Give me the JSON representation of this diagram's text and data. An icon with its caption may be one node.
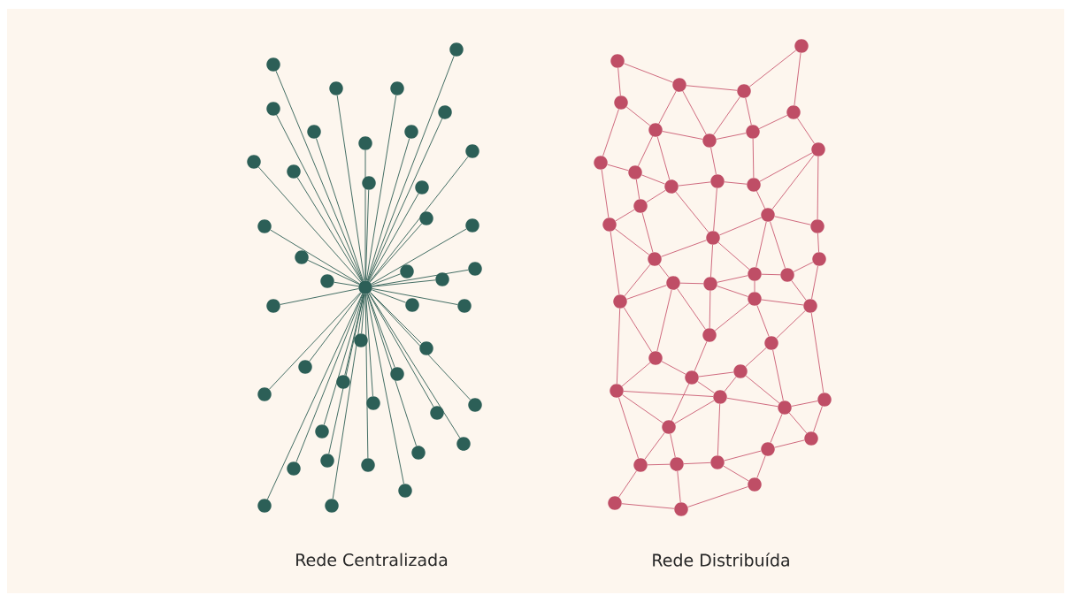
{
  "diagram": {
    "nodes": [
      {
        "text": [],
        "shape": "circle"
      },
      {
        "text": [],
        "shape": "circle"
      },
      {
        "text": [],
        "shape": "circle"
      },
      {
        "text": [],
        "shape": "circle"
      },
      {
        "text": [],
        "shape": "circle"
      },
      {
        "text": [],
        "shape": "circle"
      },
      {
        "text": [],
        "shape": "circle"
      },
      {
        "text": [],
        "shape": "circle"
      },
      {
        "text": [],
        "shape": "circle"
      },
      {
        "text": [],
        "shape": "circle"
      },
      {
        "text": [],
        "shape": "circle"
      },
      {
        "text": [],
        "shape": "circle"
      },
      {
        "text": [],
        "shape": "circle"
      },
      {
        "text": [],
        "shape": "circle"
      },
      {
        "text": [],
        "shape": "circle"
      },
      {
        "text": [],
        "shape": "circle"
      },
      {
        "text": [],
        "shape": "circle"
      },
      {
        "text": [],
        "shape": "circle"
      },
      {
        "text": [],
        "shape": "circle"
      },
      {
        "text": [],
        "shape": "circle"
      },
      {
        "text": [],
        "shape": "circle"
      },
      {
        "text": [],
        "shape": "circle"
      },
      {
        "text": [],
        "shape": "circle"
      },
      {
        "text": [],
        "shape": "circle"
      },
      {
        "text": [],
        "shape": "circle"
      },
      {
        "text": [],
        "shape": "circle"
      },
      {
        "text": [],
        "shape": "circle"
      },
      {
        "text": [],
        "shape": "circle"
      },
      {
        "text": [],
        "shape": "circle"
      },
      {
        "text": [],
        "shape": "circle"
      },
      {
        "text": [],
        "shape": "circle"
      },
      {
        "text": [],
        "shape": "circle"
      },
      {
        "text": [],
        "shape": "circle"
      },
      {
        "text": [],
        "shape": "circle"
      },
      {
        "text": [],
        "shape": "circle"
      },
      {
        "text": [],
        "shape": "circle"
      },
      {
        "text": [],
        "shape": "circle"
      },
      {
        "text": [],
        "shape": "circle"
      },
      {
        "text": [],
        "shape": "circle"
      },
      {
        "text": [],
        "shape": "circle"
      },
      {
        "text": [],
        "shape": "circle"
      },
      {
        "text": [],
        "shape": "circle"
      },
      {
        "text": [],
        "shape": "circle"
      },
      {
        "text": [],
        "shape": "circle"
      },
      {
        "text": [],
        "shape": "circle"
      },
      {
        "text": [],
        "shape": "circle"
      },
      {
        "text": [],
        "shape": "circle"
      },
      {
        "text": [],
        "shape": "circle"
      },
      {
        "text": [],
        "shape": "circle"
      },
      {
        "text": [],
        "shape": "circle"
      },
      {
        "text": [],
        "shape": "circle"
      },
      {
        "text": [],
        "shape": "circle"
      },
      {
        "text": [],
        "shape": "circle"
      },
      {
        "text": [],
        "shape": "circle"
      },
      {
        "text": [],
        "shape": "circle"
      },
      {
        "text": [],
        "shape": "circle"
      },
      {
        "text": [],
        "shape": "circle"
      },
      {
        "text": [],
        "shape": "circle"
      },
      {
        "text": [],
        "shape": "circle"
      },
      {
        "text": [],
        "shape": "circle"
      },
      {
        "text": [],
        "shape": "circle"
      },
      {
        "text": [],
        "shape": "circle"
      },
      {
        "text": [],
        "shape": "circle"
      },
      {
        "text": [],
        "shape": "circle"
      },
      {
        "text": [],
        "shape": "circle"
      },
      {
        "text": [],
        "shape": "circle"
      },
      {
        "text": [],
        "shape": "circle"
      },
      {
        "text": [],
        "shape": "circle"
      },
      {
        "text": [],
        "shape": "circle"
      },
      {
        "text": [],
        "shape": "circle"
      },
      {
        "text": [],
        "shape": "circle"
      },
      {
        "text": [],
        "shape": "circle"
      },
      {
        "text": [],
        "shape": "circle"
      },
      {
        "text": [],
        "shape": "circle"
      },
      {
        "text": [],
        "shape": "circle"
      },
      {
        "text": [],
        "shape": "circle"
      },
      {
        "text": [],
        "shape": "circle"
      },
      {
        "text": [],
        "shape": "circle"
      },
      {
        "text": [],
        "shape": "circle"
      },
      {
        "text": [],
        "shape": "circle"
      },
      {
        "text": [],
        "shape": "circle"
      },
      {
        "text": [],
        "shape": "circle"
      },
      {
        "text": [],
        "shape": "circle"
      },
      {
        "text": [],
        "shape": "circle"
      },
      {
        "text": [],
        "shape": "circle"
      },
      {
        "text": [],
        "shape": "circle"
      },
      {
        "text": [],
        "shape": "circle"
      },
      {
        "text": [],
        "shape": "circle"
      },
      {
        "text": [],
        "shape": "circle"
      },
      {
        "text": [],
        "shape": "circle"
      },
      {
        "text": [],
        "shape": "circle"
      }
    ],
    "edges": [
      {
        "from": 22,
        "to": 0,
        "arrow": "none",
        "color": "#2f5f55"
      },
      {
        "from": 22,
        "to": 1,
        "arrow": "none",
        "color": "#2f5f55"
      },
      {
        "from": 22,
        "to": 2,
        "arrow": "none",
        "color": "#2f5f55"
      },
      {
        "from": 22,
        "to": 3,
        "arrow": "none",
        "color": "#2f5f55"
      },
      {
        "from": 22,
        "to": 4,
        "arrow": "none",
        "color": "#2f5f55"
      },
      {
        "from": 22,
        "to": 5,
        "arrow": "none",
        "color": "#2f5f55"
      },
      {
        "from": 22,
        "to": 6,
        "arrow": "none",
        "color": "#2f5f55"
      },
      {
        "from": 22,
        "to": 7,
        "arrow": "none",
        "color": "#2f5f55"
      },
      {
        "from": 22,
        "to": 8,
        "arrow": "none",
        "color": "#2f5f55"
      },
      {
        "from": 22,
        "to": 9,
        "arrow": "none",
        "color": "#2f5f55"
      },
      {
        "from": 22,
        "to": 10,
        "arrow": "none",
        "color": "#2f5f55"
      },
      {
        "from": 22,
        "to": 11,
        "arrow": "none",
        "color": "#2f5f55"
      },
      {
        "from": 22,
        "to": 12,
        "arrow": "none",
        "color": "#2f5f55"
      },
      {
        "from": 22,
        "to": 13,
        "arrow": "none",
        "color": "#2f5f55"
      },
      {
        "from": 22,
        "to": 14,
        "arrow": "none",
        "color": "#2f5f55"
      },
      {
        "from": 22,
        "to": 15,
        "arrow": "none",
        "color": "#2f5f55"
      },
      {
        "from": 22,
        "to": 16,
        "arrow": "none",
        "color": "#2f5f55"
      },
      {
        "from": 22,
        "to": 17,
        "arrow": "none",
        "color": "#2f5f55"
      },
      {
        "from": 22,
        "to": 18,
        "arrow": "none",
        "color": "#2f5f55"
      },
      {
        "from": 22,
        "to": 19,
        "arrow": "none",
        "color": "#2f5f55"
      },
      {
        "from": 22,
        "to": 20,
        "arrow": "none",
        "color": "#2f5f55"
      },
      {
        "from": 22,
        "to": 21,
        "arrow": "none",
        "color": "#2f5f55"
      },
      {
        "from": 22,
        "to": 23,
        "arrow": "none",
        "color": "#2f5f55"
      },
      {
        "from": 22,
        "to": 24,
        "arrow": "none",
        "color": "#2f5f55"
      },
      {
        "from": 22,
        "to": 25,
        "arrow": "none",
        "color": "#2f5f55"
      },
      {
        "from": 22,
        "to": 26,
        "arrow": "none",
        "color": "#2f5f55"
      },
      {
        "from": 22,
        "to": 27,
        "arrow": "none",
        "color": "#2f5f55"
      },
      {
        "from": 22,
        "to": 28,
        "arrow": "none",
        "color": "#2f5f55"
      },
      {
        "from": 22,
        "to": 29,
        "arrow": "none",
        "color": "#2f5f55"
      },
      {
        "from": 22,
        "to": 30,
        "arrow": "none",
        "color": "#2f5f55"
      },
      {
        "from": 22,
        "to": 31,
        "arrow": "none",
        "color": "#2f5f55"
      },
      {
        "from": 22,
        "to": 32,
        "arrow": "none",
        "color": "#2f5f55"
      },
      {
        "from": 22,
        "to": 33,
        "arrow": "none",
        "color": "#2f5f55"
      },
      {
        "from": 22,
        "to": 34,
        "arrow": "none",
        "color": "#2f5f55"
      },
      {
        "from": 22,
        "to": 35,
        "arrow": "none",
        "color": "#2f5f55"
      },
      {
        "from": 22,
        "to": 36,
        "arrow": "none",
        "color": "#2f5f55"
      },
      {
        "from": 22,
        "to": 37,
        "arrow": "none",
        "color": "#2f5f55"
      },
      {
        "from": 22,
        "to": 38,
        "arrow": "none",
        "color": "#2f5f55"
      },
      {
        "from": 22,
        "to": 39,
        "arrow": "none",
        "color": "#2f5f55"
      },
      {
        "from": 22,
        "to": 40,
        "arrow": "none",
        "color": "#2f5f55"
      },
      {
        "from": 22,
        "to": 41,
        "arrow": "none",
        "color": "#2f5f55"
      },
      {
        "from": 22,
        "to": 42,
        "arrow": "none",
        "color": "#2f5f55"
      },
      {
        "from": 22,
        "to": 43,
        "arrow": "none",
        "color": "#2f5f55"
      },
      {
        "from": 44,
        "to": 46,
        "arrow": "none"
      },
      {
        "from": 44,
        "to": 48,
        "arrow": "none"
      },
      {
        "from": 46,
        "to": 47,
        "arrow": "none"
      },
      {
        "from": 45,
        "to": 47,
        "arrow": "none"
      },
      {
        "from": 45,
        "to": 49,
        "arrow": "none"
      },
      {
        "from": 46,
        "to": 50,
        "arrow": "none"
      },
      {
        "from": 46,
        "to": 51,
        "arrow": "none"
      },
      {
        "from": 47,
        "to": 51,
        "arrow": "none"
      },
      {
        "from": 47,
        "to": 52,
        "arrow": "none"
      },
      {
        "from": 48,
        "to": 50,
        "arrow": "none"
      },
      {
        "from": 48,
        "to": 54,
        "arrow": "none"
      },
      {
        "from": 49,
        "to": 52,
        "arrow": "none"
      },
      {
        "from": 49,
        "to": 53,
        "arrow": "none"
      },
      {
        "from": 50,
        "to": 51,
        "arrow": "none"
      },
      {
        "from": 50,
        "to": 55,
        "arrow": "none"
      },
      {
        "from": 50,
        "to": 56,
        "arrow": "none"
      },
      {
        "from": 51,
        "to": 52,
        "arrow": "none"
      },
      {
        "from": 51,
        "to": 57,
        "arrow": "none"
      },
      {
        "from": 52,
        "to": 58,
        "arrow": "none"
      },
      {
        "from": 54,
        "to": 55,
        "arrow": "none"
      },
      {
        "from": 54,
        "to": 60,
        "arrow": "none"
      },
      {
        "from": 55,
        "to": 56,
        "arrow": "none"
      },
      {
        "from": 55,
        "to": 59,
        "arrow": "none"
      },
      {
        "from": 56,
        "to": 57,
        "arrow": "none"
      },
      {
        "from": 56,
        "to": 59,
        "arrow": "none"
      },
      {
        "from": 56,
        "to": 63,
        "arrow": "none"
      },
      {
        "from": 57,
        "to": 63,
        "arrow": "none"
      },
      {
        "from": 57,
        "to": 58,
        "arrow": "none"
      },
      {
        "from": 58,
        "to": 53,
        "arrow": "none"
      },
      {
        "from": 58,
        "to": 61,
        "arrow": "none"
      },
      {
        "from": 53,
        "to": 61,
        "arrow": "none"
      },
      {
        "from": 53,
        "to": 62,
        "arrow": "none"
      },
      {
        "from": 59,
        "to": 60,
        "arrow": "none"
      },
      {
        "from": 59,
        "to": 64,
        "arrow": "none"
      },
      {
        "from": 60,
        "to": 64,
        "arrow": "none"
      },
      {
        "from": 60,
        "to": 70,
        "arrow": "none"
      },
      {
        "from": 63,
        "to": 64,
        "arrow": "none"
      },
      {
        "from": 63,
        "to": 69,
        "arrow": "none"
      },
      {
        "from": 63,
        "to": 66,
        "arrow": "none"
      },
      {
        "from": 61,
        "to": 63,
        "arrow": "none"
      },
      {
        "from": 61,
        "to": 66,
        "arrow": "none"
      },
      {
        "from": 61,
        "to": 67,
        "arrow": "none"
      },
      {
        "from": 61,
        "to": 62,
        "arrow": "none"
      },
      {
        "from": 62,
        "to": 65,
        "arrow": "none"
      },
      {
        "from": 65,
        "to": 67,
        "arrow": "none"
      },
      {
        "from": 65,
        "to": 72,
        "arrow": "none"
      },
      {
        "from": 64,
        "to": 68,
        "arrow": "none"
      },
      {
        "from": 68,
        "to": 69,
        "arrow": "none"
      },
      {
        "from": 68,
        "to": 70,
        "arrow": "none"
      },
      {
        "from": 68,
        "to": 75,
        "arrow": "none"
      },
      {
        "from": 68,
        "to": 73,
        "arrow": "none"
      },
      {
        "from": 69,
        "to": 66,
        "arrow": "none"
      },
      {
        "from": 69,
        "to": 71,
        "arrow": "none"
      },
      {
        "from": 69,
        "to": 73,
        "arrow": "none"
      },
      {
        "from": 66,
        "to": 67,
        "arrow": "none"
      },
      {
        "from": 66,
        "to": 71,
        "arrow": "none"
      },
      {
        "from": 71,
        "to": 72,
        "arrow": "none"
      },
      {
        "from": 67,
        "to": 72,
        "arrow": "none"
      },
      {
        "from": 70,
        "to": 75,
        "arrow": "none"
      },
      {
        "from": 70,
        "to": 78,
        "arrow": "none"
      },
      {
        "from": 71,
        "to": 73,
        "arrow": "none"
      },
      {
        "from": 71,
        "to": 74,
        "arrow": "none"
      },
      {
        "from": 74,
        "to": 72,
        "arrow": "none"
      },
      {
        "from": 72,
        "to": 80,
        "arrow": "none"
      },
      {
        "from": 74,
        "to": 76,
        "arrow": "none"
      },
      {
        "from": 74,
        "to": 81,
        "arrow": "none"
      },
      {
        "from": 75,
        "to": 77,
        "arrow": "none"
      },
      {
        "from": 73,
        "to": 77,
        "arrow": "none"
      },
      {
        "from": 64,
        "to": 70,
        "arrow": "none"
      },
      {
        "from": 75,
        "to": 78,
        "arrow": "none"
      },
      {
        "from": 76,
        "to": 77,
        "arrow": "none"
      },
      {
        "from": 76,
        "to": 79,
        "arrow": "none"
      },
      {
        "from": 76,
        "to": 81,
        "arrow": "none"
      },
      {
        "from": 77,
        "to": 79,
        "arrow": "none"
      },
      {
        "from": 77,
        "to": 82,
        "arrow": "none"
      },
      {
        "from": 78,
        "to": 79,
        "arrow": "none"
      },
      {
        "from": 78,
        "to": 82,
        "arrow": "none"
      },
      {
        "from": 78,
        "to": 85,
        "arrow": "none"
      },
      {
        "from": 79,
        "to": 82,
        "arrow": "none"
      },
      {
        "from": 79,
        "to": 87,
        "arrow": "none"
      },
      {
        "from": 79,
        "to": 81,
        "arrow": "none"
      },
      {
        "from": 81,
        "to": 80,
        "arrow": "none"
      },
      {
        "from": 81,
        "to": 83,
        "arrow": "none"
      },
      {
        "from": 81,
        "to": 84,
        "arrow": "none"
      },
      {
        "from": 80,
        "to": 83,
        "arrow": "none"
      },
      {
        "from": 82,
        "to": 85,
        "arrow": "none"
      },
      {
        "from": 82,
        "to": 86,
        "arrow": "none"
      },
      {
        "from": 85,
        "to": 86,
        "arrow": "none"
      },
      {
        "from": 85,
        "to": 89,
        "arrow": "none"
      },
      {
        "from": 86,
        "to": 87,
        "arrow": "none"
      },
      {
        "from": 86,
        "to": 90,
        "arrow": "none"
      },
      {
        "from": 87,
        "to": 84,
        "arrow": "none"
      },
      {
        "from": 87,
        "to": 88,
        "arrow": "none"
      },
      {
        "from": 84,
        "to": 88,
        "arrow": "none"
      },
      {
        "from": 84,
        "to": 83,
        "arrow": "none"
      },
      {
        "from": 89,
        "to": 90,
        "arrow": "none"
      },
      {
        "from": 90,
        "to": 88,
        "arrow": "none"
      }
    ],
    "labels": [
      "Rede Centralizada",
      "Rede Distribuída"
    ]
  }
}
